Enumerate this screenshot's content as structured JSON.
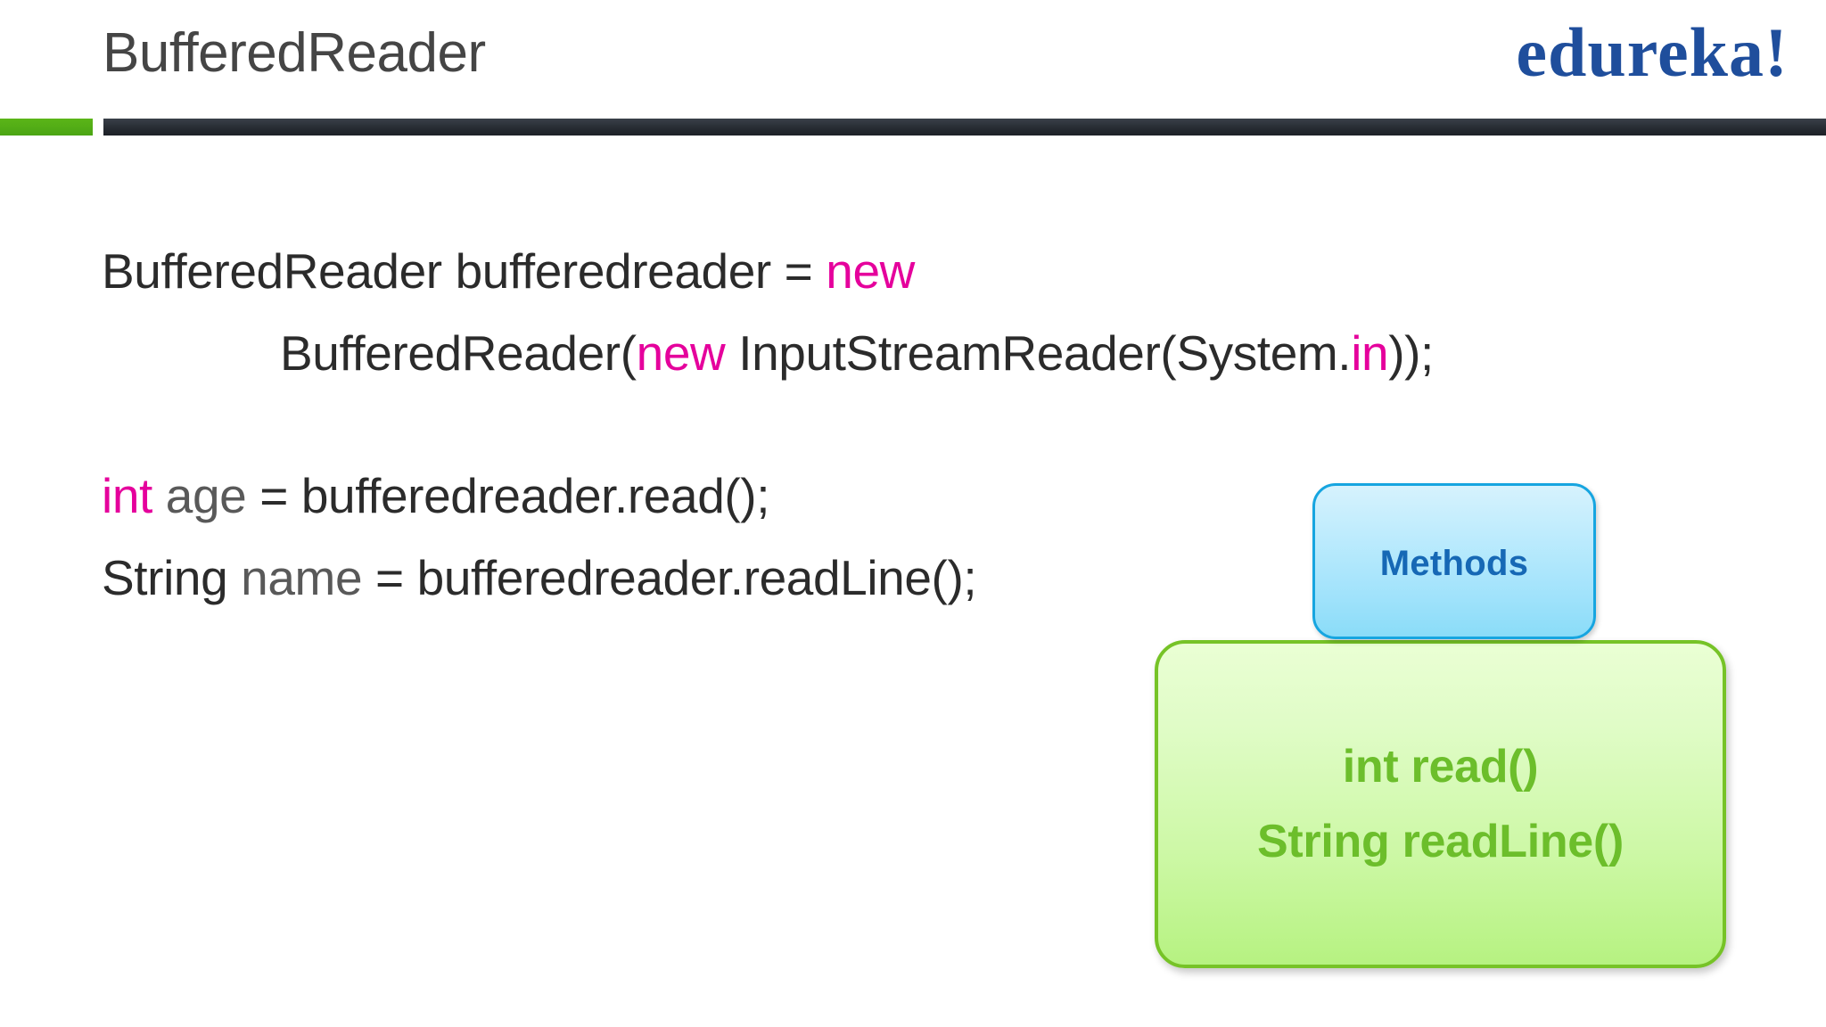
{
  "slide": {
    "title": "BufferedReader",
    "brand": {
      "logo_text": "edureka!",
      "logo_color": "#1f4e9c"
    },
    "rule": {
      "accent_color": "#4ba514",
      "bar_color": "#272c33"
    }
  },
  "code": {
    "language": "java",
    "keyword_color": "#e5009c",
    "text_color": "#2b2b2b",
    "dim_identifier_color": "#595959",
    "lines": [
      {
        "indent": false,
        "tokens": [
          {
            "text": "BufferedReader bufferedreader = ",
            "style": "plain"
          },
          {
            "text": "new",
            "style": "keyword"
          }
        ]
      },
      {
        "indent": true,
        "tokens": [
          {
            "text": "BufferedReader(",
            "style": "plain"
          },
          {
            "text": "new",
            "style": "keyword"
          },
          {
            "text": " InputStreamReader(System.",
            "style": "plain"
          },
          {
            "text": "in",
            "style": "keyword"
          },
          {
            "text": "));",
            "style": "plain"
          }
        ]
      },
      {
        "indent": false,
        "blank": true,
        "tokens": []
      },
      {
        "indent": false,
        "tokens": [
          {
            "text": "int",
            "style": "keyword"
          },
          {
            "text": " ",
            "style": "plain"
          },
          {
            "text": "age",
            "style": "dim"
          },
          {
            "text": " = bufferedreader.read();",
            "style": "plain"
          }
        ]
      },
      {
        "indent": false,
        "tokens": [
          {
            "text": "String",
            "style": "plain"
          },
          {
            "text": " ",
            "style": "plain"
          },
          {
            "text": "name",
            "style": "dim"
          },
          {
            "text": " = bufferedreader.readLine();",
            "style": "plain"
          }
        ]
      }
    ]
  },
  "callouts": {
    "methods_box": {
      "label": "Methods",
      "text_color": "#1668b5",
      "border_color": "#16a5e0",
      "fill_color": "#bcebfd"
    },
    "signatures_box": {
      "lines": [
        "int read()",
        "String readLine()"
      ],
      "text_color": "#6cbe2b",
      "border_color": "#76c327",
      "fill_color": "#cdf8a6"
    }
  }
}
